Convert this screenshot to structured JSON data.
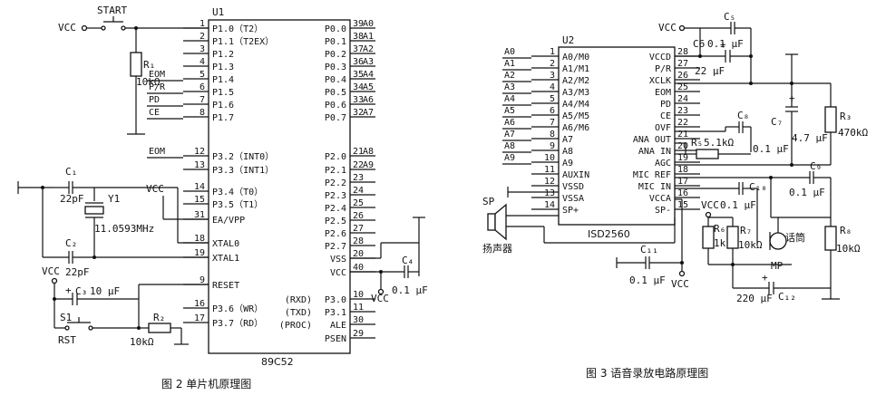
{
  "fig2": {
    "chip_ref": "U1",
    "chip_name": "89C52",
    "caption": "图 2   单片机原理图",
    "left_pins": [
      {
        "num": "1",
        "name": "P1.0（T2）"
      },
      {
        "num": "2",
        "name": "P1.1（T2EX）"
      },
      {
        "num": "3",
        "name": "P1.2"
      },
      {
        "num": "4",
        "name": "P1.3"
      },
      {
        "num": "5",
        "name": "P1.4",
        "net": "EOM"
      },
      {
        "num": "6",
        "name": "P1.5",
        "net": "P/R"
      },
      {
        "num": "7",
        "name": "P1.6",
        "net": "PD"
      },
      {
        "num": "8",
        "name": "P1.7",
        "net": "CE"
      },
      {
        "num": "12",
        "name": "P3.2（INT0）",
        "net": "EOM"
      },
      {
        "num": "13",
        "name": "P3.3（INT1）"
      },
      {
        "num": "14",
        "name": "P3.4（T0）"
      },
      {
        "num": "15",
        "name": "P3.5（T1）"
      },
      {
        "num": "31",
        "name": "EA/VPP"
      },
      {
        "num": "18",
        "name": "XTAL0"
      },
      {
        "num": "19",
        "name": "XTAL1"
      },
      {
        "num": "9",
        "name": "RESET"
      },
      {
        "num": "16",
        "name": "P3.6（WR）"
      },
      {
        "num": "17",
        "name": "P3.7（RD）"
      }
    ],
    "right_pins": [
      {
        "num": "39",
        "name": "P0.0",
        "net": "A0"
      },
      {
        "num": "38",
        "name": "P0.1",
        "net": "A1"
      },
      {
        "num": "37",
        "name": "P0.2",
        "net": "A2"
      },
      {
        "num": "36",
        "name": "P0.3",
        "net": "A3"
      },
      {
        "num": "35",
        "name": "P0.4",
        "net": "A4"
      },
      {
        "num": "34",
        "name": "P0.5",
        "net": "A5"
      },
      {
        "num": "33",
        "name": "P0.6",
        "net": "A6"
      },
      {
        "num": "32",
        "name": "P0.7",
        "net": "A7"
      },
      {
        "num": "21",
        "name": "P2.0",
        "net": "A8"
      },
      {
        "num": "22",
        "name": "P2.1",
        "net": "A9"
      },
      {
        "num": "23",
        "name": "P2.2"
      },
      {
        "num": "24",
        "name": "P2.3"
      },
      {
        "num": "25",
        "name": "P2.4"
      },
      {
        "num": "26",
        "name": "P2.5"
      },
      {
        "num": "27",
        "name": "P2.6"
      },
      {
        "num": "28",
        "name": "P2.7"
      },
      {
        "num": "20",
        "name": "VSS"
      },
      {
        "num": "40",
        "name": "VCC"
      },
      {
        "num": "10",
        "name": "P3.0",
        "alt": "(RXD)"
      },
      {
        "num": "11",
        "name": "P3.1",
        "alt": "(TXD)"
      },
      {
        "num": "30",
        "name": "ALE",
        "alt": "(PROC)"
      },
      {
        "num": "29",
        "name": "PSEN"
      }
    ],
    "labels": {
      "vcc": "VCC",
      "start": "START",
      "r1": "R₁",
      "r1_val": "10kΩ",
      "c1": "C₁",
      "c1_val": "22pF",
      "y1": "Y1",
      "y1_val": "11.0593MHz",
      "c2": "C₂",
      "c2_val": "22pF",
      "c3": "C₃",
      "c3_val": "10 μF",
      "s1": "S1",
      "rst": "RST",
      "r2": "R₂",
      "r2_val": "10kΩ",
      "c4": "C₄",
      "c4_val": "0.1 μF",
      "plus": "+"
    }
  },
  "fig3": {
    "chip_ref": "U2",
    "chip_name": "ISD2560",
    "caption": "图 3   语音录放电路原理图",
    "left_pins": [
      {
        "num": "1",
        "name": "A0/M0",
        "net": "A0"
      },
      {
        "num": "2",
        "name": "A1/M1",
        "net": "A1"
      },
      {
        "num": "3",
        "name": "A2/M2",
        "net": "A2"
      },
      {
        "num": "4",
        "name": "A3/M3",
        "net": "A3"
      },
      {
        "num": "5",
        "name": "A4/M4",
        "net": "A4"
      },
      {
        "num": "6",
        "name": "A5/M5",
        "net": "A5"
      },
      {
        "num": "7",
        "name": "A6/M6",
        "net": "A6"
      },
      {
        "num": "8",
        "name": "A7",
        "net": "A7"
      },
      {
        "num": "9",
        "name": "A8",
        "net": "A8"
      },
      {
        "num": "10",
        "name": "A9",
        "net": "A9"
      },
      {
        "num": "11",
        "name": "AUXIN"
      },
      {
        "num": "12",
        "name": "VSSD"
      },
      {
        "num": "13",
        "name": "VSSA"
      },
      {
        "num": "14",
        "name": "SP+"
      }
    ],
    "right_pins": [
      {
        "num": "28",
        "name": "VCCD"
      },
      {
        "num": "27",
        "name": "P/R"
      },
      {
        "num": "26",
        "name": "XCLK"
      },
      {
        "num": "25",
        "name": "EOM"
      },
      {
        "num": "24",
        "name": "PD"
      },
      {
        "num": "23",
        "name": "CE"
      },
      {
        "num": "22",
        "name": "OVF"
      },
      {
        "num": "21",
        "name": "ANA OUT"
      },
      {
        "num": "20",
        "name": "ANA IN"
      },
      {
        "num": "19",
        "name": "AGC"
      },
      {
        "num": "18",
        "name": "MIC REF"
      },
      {
        "num": "17",
        "name": "MIC IN"
      },
      {
        "num": "16",
        "name": "VCCA"
      },
      {
        "num": "15",
        "name": "SP-"
      }
    ],
    "labels": {
      "vcc": "VCC",
      "c5": "C₅",
      "c5_val": "0.1 μF",
      "c6": "C6",
      "c6_val": "22 μF",
      "c7": "C₇",
      "c7_val": "4.7 μF",
      "r3": "R₃",
      "r3_val": "470kΩ",
      "r5": "R₅",
      "r5_val": "5.1kΩ",
      "c8": "C₈",
      "c8_val": "0.1 μF",
      "c9": "C₉",
      "c9_val": "0.1 μF",
      "c10": "C₁₀",
      "c10_val": "0.1 μF",
      "c11": "C₁₁",
      "c11_val": "0.1 μF",
      "c12": "C₁₂",
      "c12_val": "220 μF",
      "r6": "R₆",
      "r6_val": "1k",
      "r7": "R₇",
      "r7_val": "10kΩ",
      "r8": "R₈",
      "r8_val": "10kΩ",
      "mic": "话筒",
      "mp": "MP",
      "sp": "SP",
      "speaker": "扬声器",
      "plus": "+"
    }
  }
}
